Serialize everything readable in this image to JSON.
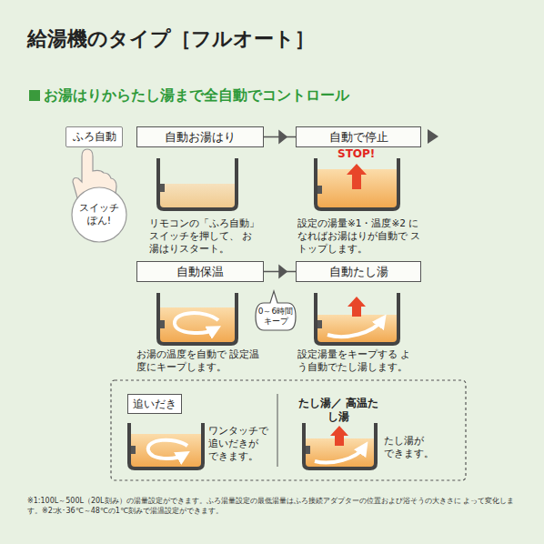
{
  "diagram": {
    "title": "給湯機のタイプ［フルオート］",
    "caption": "※1:100L～500L（20L刻み）の湯量設定ができます。ふろ湯量設定の最低湯量はふろ接続アダプターの位置および浴そうの大きさに よって変化します。※2:水･36℃～48℃の1℃刻みで湯温設定ができます。",
    "nodes": [
      {
        "text": [
          "ふろ自動"
        ]
      },
      {
        "text": [
          "スイッチ ぽん!"
        ]
      },
      {
        "text": [
          "自動お湯はり"
        ]
      },
      {
        "text": [
          "自動で停止"
        ]
      },
      {
        "text": [
          "自動保温"
        ]
      },
      {
        "text": [
          "0～6時間 キープ"
        ]
      },
      {
        "text": [
          "自動たし湯"
        ]
      },
      {
        "text": [
          "追いだき"
        ]
      }
    ],
    "edges": [
      {
        "from": 2,
        "to": 3,
        "arrow": "to"
      },
      {
        "from": 4,
        "to": 6,
        "arrow": "to"
      }
    ],
    "labels": [
      "お湯はりからたし湯まで全自動でコントロール",
      "リモコンの「ふろ自動」 スイッチを押して、 お湯はりスタート。",
      "STOP!",
      "設定の湯量※1・温度※2 になればお湯はりが自動で ストップします。",
      "お湯の温度を自動で 設定温度にキープします。",
      "設定湯量をキープする よう自動でたし湯します。",
      "ワンタッチで 追いだきが できます。",
      "たし湯／ 高温たし湯",
      "たし湯が できます。"
    ]
  }
}
